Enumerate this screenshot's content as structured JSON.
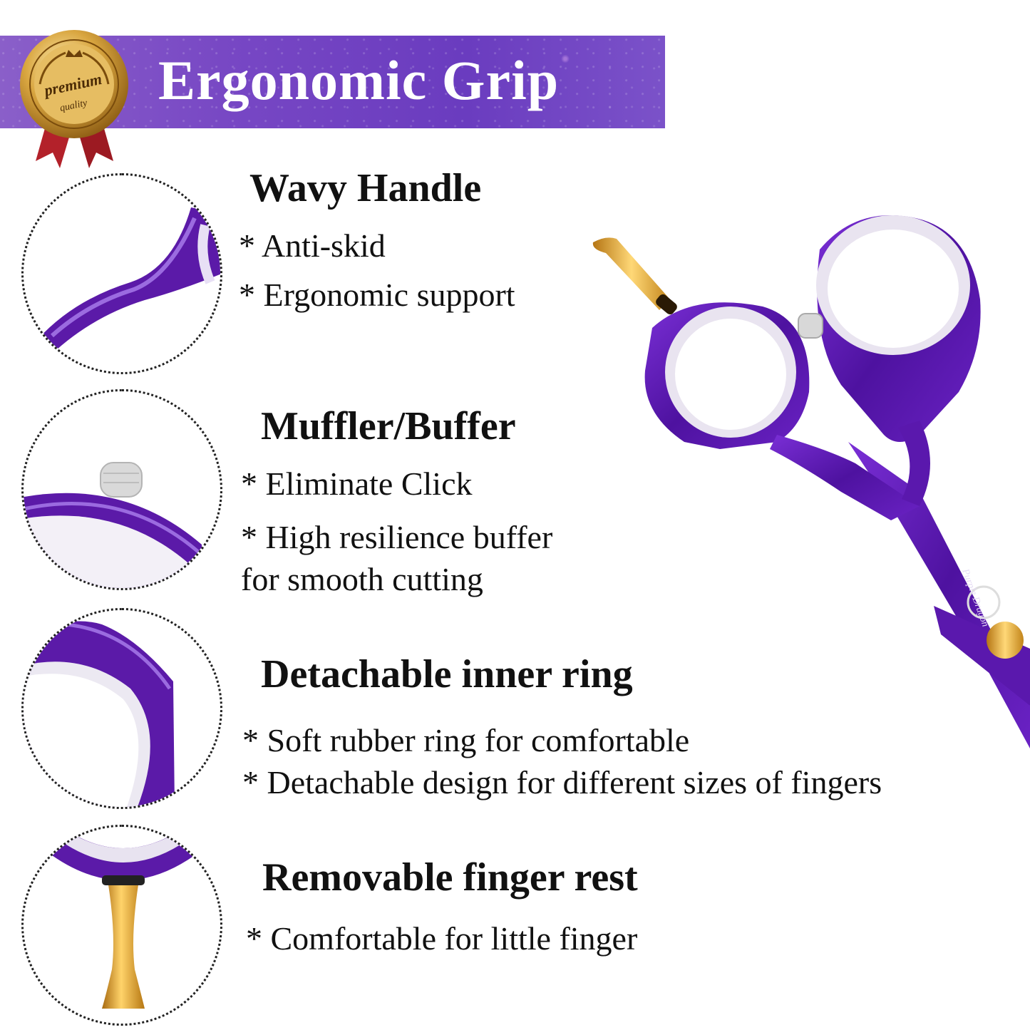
{
  "banner": {
    "title": "Ergonomic Grip",
    "seal": {
      "top_text": "premium",
      "bottom_text": "quality"
    },
    "color": "#7747c4"
  },
  "features": [
    {
      "heading": "Wavy Handle",
      "lines": [
        "* Anti-skid",
        "* Ergonomic support"
      ],
      "icon": "wavy-handle-detail"
    },
    {
      "heading": "Muffler/Buffer",
      "lines": [
        "* Eliminate Click",
        "* High resilience buffer",
        "for smooth cutting"
      ],
      "icon": "buffer-detail"
    },
    {
      "heading": "Detachable inner ring",
      "lines": [
        "* Soft rubber ring for comfortable",
        "* Detachable design for different sizes of fingers"
      ],
      "icon": "inner-ring-detail"
    },
    {
      "heading": "Removable finger rest",
      "lines": [
        "* Comfortable for little finger"
      ],
      "icon": "finger-rest-detail"
    }
  ],
  "product": {
    "brand_engraving": "Purple Dragon",
    "icon": "scissors-image"
  },
  "colors": {
    "purple": "#6a1fc0",
    "gold": "#e8a524",
    "ring": "#f1eef6"
  }
}
